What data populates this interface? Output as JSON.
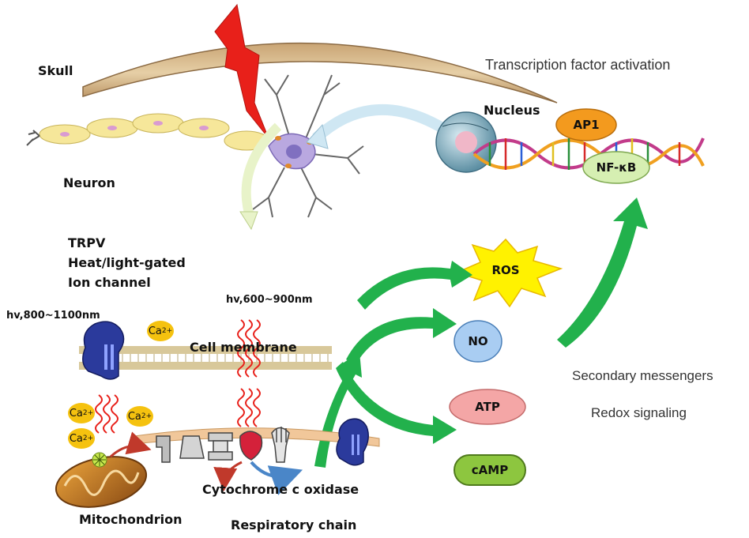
{
  "labels": {
    "skull": "Skull",
    "neuron": "Neuron",
    "nucleus": "Nucleus",
    "transcription": "Transcription factor activation",
    "trpv_1": "TRPV",
    "trpv_2": "Heat/light-gated",
    "trpv_3": "Ion channel",
    "hv_left": "hv,800~1100nm",
    "hv_right": "hv,600~900nm",
    "cell_membrane": "Cell membrane",
    "cytochrome": "Cytochrome c oxidase",
    "mitochondrion": "Mitochondrion",
    "respiratory": "Respiratory chain",
    "secondary": "Secondary messengers",
    "redox": "Redox signaling"
  },
  "nodes": {
    "ap1": "AP1",
    "nfkb": "NF-κB",
    "ros": "ROS",
    "no": "NO",
    "atp": "ATP",
    "camp": "cAMP"
  },
  "calcium": {
    "symbol": "Ca",
    "charge": "2+"
  },
  "colors": {
    "green_arrow": "#22b14c",
    "red_bolt": "#e8201a",
    "ap1_fill": "#f39a1e",
    "nfkb_fill": "#d6efb2",
    "ros_fill": "#fff200",
    "no_fill": "#a9cdf2",
    "atp_fill": "#f4a6a6",
    "camp_fill": "#8dc63f",
    "calcium_fill": "#f5c20f",
    "membrane": "#d8c89a"
  }
}
